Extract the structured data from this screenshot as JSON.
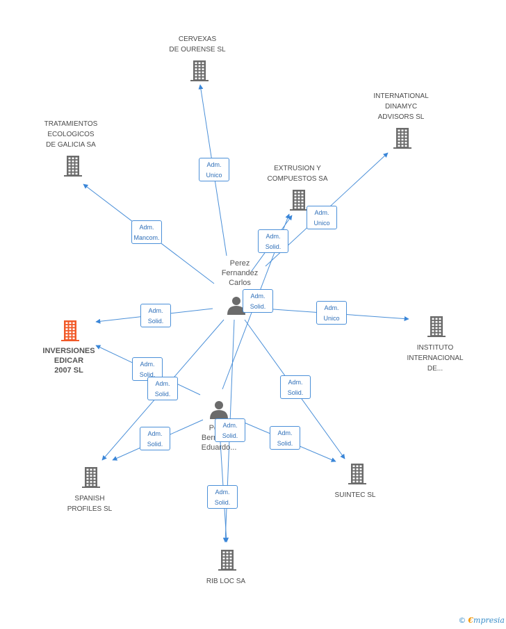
{
  "colors": {
    "edge": "#4a8fd8",
    "company": "#6b6b6b",
    "main_company": "#f15a29",
    "box_text": "#2f6fb8"
  },
  "nodes": [
    {
      "id": "cervexas",
      "kind": "company",
      "lines": [
        "CERVEXAS",
        "DE OURENSE SL"
      ]
    },
    {
      "id": "international",
      "kind": "company",
      "lines": [
        "INTERNATIONAL",
        "DINAMYC",
        "ADVISORS SL"
      ]
    },
    {
      "id": "tratamientos",
      "kind": "company",
      "lines": [
        "TRATAMIENTOS",
        "ECOLOGICOS",
        "DE GALICIA SA"
      ]
    },
    {
      "id": "extrusion",
      "kind": "company",
      "lines": [
        "EXTRUSION Y",
        "COMPUESTOS SA"
      ]
    },
    {
      "id": "perez_carlos",
      "kind": "person",
      "lines": [
        "Perez",
        "Fernandez",
        "Carlos"
      ]
    },
    {
      "id": "inversiones",
      "kind": "main",
      "lines": [
        "INVERSIONES",
        "EDICAR",
        "2007 SL"
      ]
    },
    {
      "id": "instituto",
      "kind": "company",
      "lines": [
        "INSTITUTO",
        "INTERNACIONAL",
        "DE..."
      ]
    },
    {
      "id": "perez_eduardo",
      "kind": "person",
      "lines": [
        "Perez",
        "Bermudez",
        "Eduardo..."
      ]
    },
    {
      "id": "spanish",
      "kind": "company",
      "lines": [
        "SPANISH",
        "PROFILES SL"
      ]
    },
    {
      "id": "suintec",
      "kind": "company",
      "lines": [
        "SUINTEC SL"
      ]
    },
    {
      "id": "ribloc",
      "kind": "company",
      "lines": [
        "RIB LOC SA"
      ]
    }
  ],
  "relations": [
    {
      "id": "r1",
      "from": "perez_carlos",
      "to": "cervexas",
      "lines": [
        "Adm.",
        "Unico"
      ]
    },
    {
      "id": "r2",
      "from": "perez_carlos",
      "to": "tratamientos",
      "lines": [
        "Adm.",
        "Mancom."
      ]
    },
    {
      "id": "r3",
      "from": "perez_carlos",
      "to": "international",
      "lines": [
        "Adm.",
        "Unico"
      ]
    },
    {
      "id": "r4",
      "from": "perez_carlos",
      "to": "extrusion",
      "lines": [
        "Adm.",
        "Solid."
      ]
    },
    {
      "id": "r5",
      "from": "perez_carlos",
      "to": "inversiones",
      "lines": [
        "Adm.",
        "Solid."
      ]
    },
    {
      "id": "r6",
      "from": "perez_carlos",
      "to": "instituto",
      "lines": [
        "Adm.",
        "Unico"
      ]
    },
    {
      "id": "r7",
      "from": "perez_eduardo",
      "to": "extrusion",
      "lines": [
        "Adm.",
        "Solid."
      ]
    },
    {
      "id": "r8",
      "from": "perez_eduardo",
      "to": "inversiones",
      "lines": [
        "Adm.",
        "Solid."
      ]
    },
    {
      "id": "r9",
      "from": "perez_carlos",
      "to": "spanish",
      "lines": [
        "Adm.",
        "Solid."
      ]
    },
    {
      "id": "r10",
      "from": "perez_carlos",
      "to": "suintec",
      "lines": [
        "Adm.",
        "Solid."
      ]
    },
    {
      "id": "r11",
      "from": "perez_eduardo",
      "to": "spanish",
      "lines": [
        "Adm.",
        "Solid."
      ]
    },
    {
      "id": "r12",
      "from": "perez_eduardo",
      "to": "suintec",
      "lines": [
        "Adm.",
        "Solid."
      ]
    },
    {
      "id": "r13",
      "from": "perez_carlos",
      "to": "ribloc",
      "lines": [
        "Adm.",
        "Solid."
      ]
    },
    {
      "id": "r14",
      "from": "perez_eduardo",
      "to": "ribloc",
      "lines": [
        "Adm.",
        "Solid."
      ]
    }
  ],
  "footer": {
    "copyright": "©",
    "brand_initial": "€",
    "brand_rest": "mpresia"
  }
}
